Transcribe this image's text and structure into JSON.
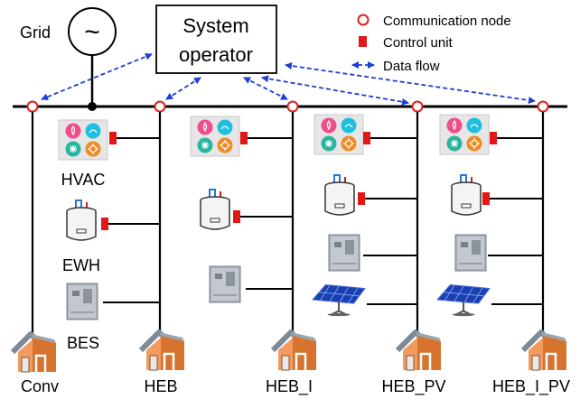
{
  "grid": {
    "label": "Grid",
    "symbol": "~"
  },
  "operator": {
    "line1": "System",
    "line2": "operator"
  },
  "legend": {
    "node": "Communication node",
    "control": "Control unit",
    "flow": "Data flow"
  },
  "appliances": {
    "hvac": "HVAC",
    "ewh": "EWH",
    "bes": "BES"
  },
  "homes": [
    "Conv",
    "HEB",
    "HEB_I",
    "HEB_PV",
    "HEB_I_PV"
  ],
  "colors": {
    "node_ring": "#e02020",
    "control_unit": "#e01818",
    "data_flow": "#1f3fd0",
    "bus": "#000000",
    "house_wall": "#e58a55",
    "house_roof": "#8a96a0",
    "hvac_pink": "#ee4e8b",
    "hvac_cyan": "#1ec0e0",
    "hvac_teal": "#2ab5a0",
    "hvac_orange": "#f08a22"
  },
  "icons": [
    "ac-sine-icon",
    "hvac-icon",
    "water-heater-icon",
    "battery-icon",
    "solar-panel-icon",
    "house-icon"
  ]
}
